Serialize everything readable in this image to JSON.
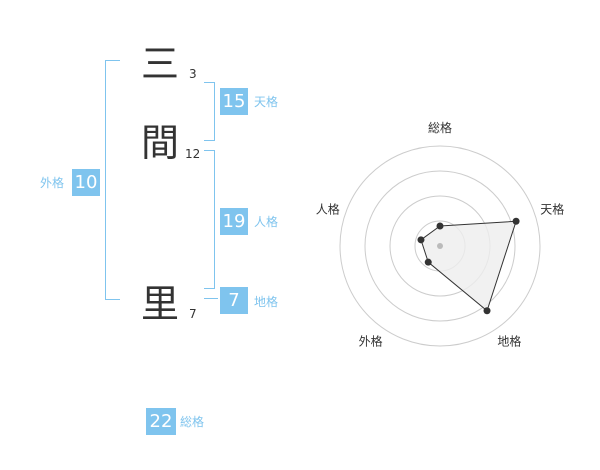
{
  "name": {
    "chars": [
      {
        "char": "三",
        "strokes": "3"
      },
      {
        "char": "間",
        "strokes": "12"
      },
      {
        "char": "里",
        "strokes": "7"
      }
    ]
  },
  "fortune": {
    "tenkaku": {
      "value": "15",
      "label": "天格"
    },
    "jinkaku": {
      "value": "19",
      "label": "人格"
    },
    "chikaku": {
      "value": "7",
      "label": "地格"
    },
    "gaikaku": {
      "value": "10",
      "label": "外格"
    },
    "soukaku": {
      "value": "22",
      "label": "総格"
    }
  },
  "chart_data": {
    "type": "radar",
    "axes": [
      "総格",
      "天格",
      "地格",
      "外格",
      "人格"
    ],
    "values": [
      1,
      4,
      4,
      1,
      1
    ],
    "rmax": 5,
    "rings": 4,
    "colors": {
      "accent": "#7fc4ee",
      "ring": "#cccccc",
      "fill": "#eeeeee",
      "line": "#333333"
    }
  }
}
